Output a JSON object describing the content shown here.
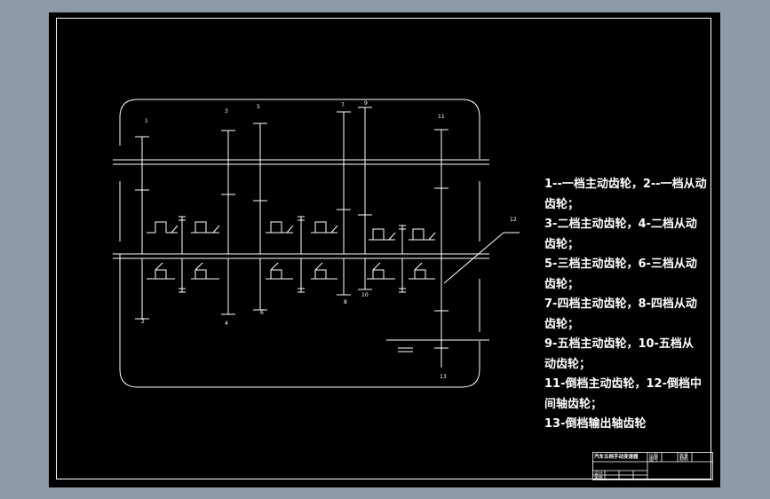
{
  "drawing": {
    "part_labels": [
      "1",
      "2",
      "3",
      "4",
      "5",
      "6",
      "7",
      "8",
      "9",
      "10",
      "11",
      "12",
      "13"
    ]
  },
  "legend": {
    "lines": [
      "1--一档主动齿轮，2--一档从动",
      "齿轮；",
      "3-二档主动齿轮，4-二档从动",
      "齿轮；",
      "5-三档主动齿轮，6-三档从动",
      "齿轮；",
      "7-四档主动齿轮，8-四档从动",
      "齿轮；",
      "9-五档主动齿轮，10-五档从",
      "动齿轮；",
      "11-倒档主动齿轮，12-倒档中",
      "间轴齿轮；",
      "13-倒档输出轴齿轮"
    ]
  },
  "title_block": {
    "title": "汽车五档手动变速器",
    "row2": "设计",
    "row3": "审核",
    "cell_scale": "比例",
    "cell_qty": "数量",
    "cell_sheet": "图号",
    "cell_mat": "材料"
  }
}
